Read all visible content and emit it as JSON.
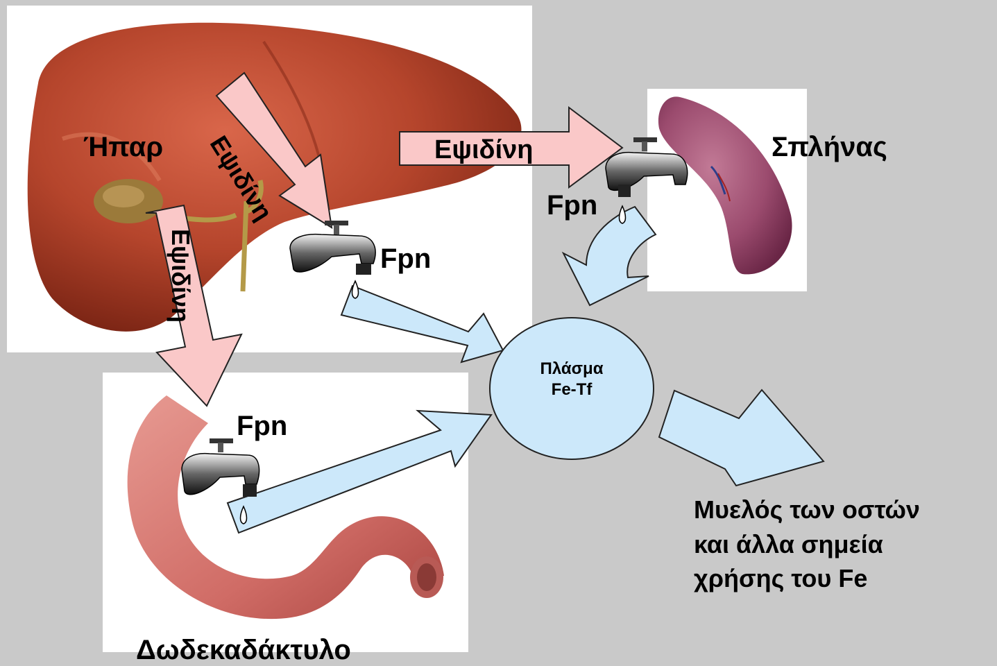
{
  "organs": {
    "liver": "Ήπαρ",
    "spleen": "Σπλήνας",
    "duodenum": "Δωδεκαδάκτυλο"
  },
  "hepcidin_label": "Εψιδίνη",
  "ferroportin_label": "Fpn",
  "plasma": {
    "line1": "Πλάσμα",
    "line2": "Fe-Tf"
  },
  "destination": "Μυελός των οστών\nκαι άλλα σημεία\nχρήσης του Fe",
  "colors": {
    "background": "#c9c9c9",
    "hepcidin_arrow": "#fac8c8",
    "iron_arrow": "#cce8fa",
    "plasma_fill": "#cce8fa",
    "liver": "#b5452c",
    "spleen": "#9b4b6e",
    "duodenum": "#d9807a"
  },
  "icons": [
    "tap-icon",
    "water-drop-icon"
  ]
}
